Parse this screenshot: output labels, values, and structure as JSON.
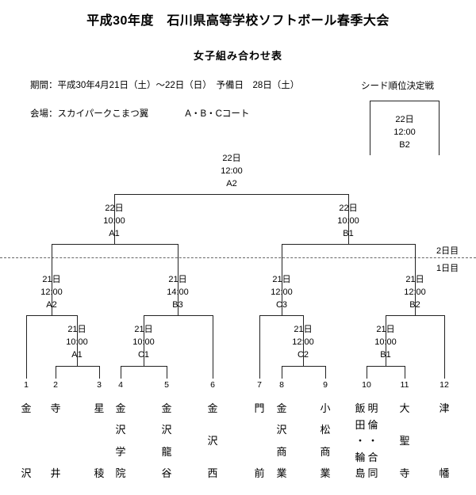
{
  "title": "平成30年度　石川県高等学校ソフトボール春季大会",
  "subtitle": "女子組み合わせ表",
  "info": {
    "period": "期間：平成30年4月21日（土）～22日（日）　予備日　28日（土）",
    "venue": "会場：スカイパークこまつ翼　　　　A・B・Cコート"
  },
  "seed_match": {
    "label": "シード順位決定戦",
    "date": "22日",
    "time": "12:00",
    "court": "B2"
  },
  "day_labels": {
    "day2": "2日目",
    "day1": "1日目"
  },
  "matches": {
    "final": {
      "date": "22日",
      "time": "12:00",
      "court": "A2"
    },
    "semi_left": {
      "date": "22日",
      "time": "10:00",
      "court": "A1"
    },
    "semi_right": {
      "date": "22日",
      "time": "10:00",
      "court": "B1"
    },
    "qf1": {
      "date": "21日",
      "time": "12:00",
      "court": "A2"
    },
    "qf2": {
      "date": "21日",
      "time": "14:00",
      "court": "B3"
    },
    "qf3": {
      "date": "21日",
      "time": "12:00",
      "court": "C3"
    },
    "qf4": {
      "date": "21日",
      "time": "12:00",
      "court": "B2"
    },
    "r1_a": {
      "date": "21日",
      "time": "10:00",
      "court": "A1"
    },
    "r1_b": {
      "date": "21日",
      "time": "10:00",
      "court": "C1"
    },
    "r1_c": {
      "date": "21日",
      "time": "12:00",
      "court": "C2"
    },
    "r1_d": {
      "date": "21日",
      "time": "10:00",
      "court": "B1"
    }
  },
  "teams": [
    {
      "no": "1",
      "name": "金沢"
    },
    {
      "no": "2",
      "name": "寺井"
    },
    {
      "no": "3",
      "name": "星稜"
    },
    {
      "no": "4",
      "name": "金沢学院"
    },
    {
      "no": "5",
      "name": "金沢龍谷"
    },
    {
      "no": "6",
      "name": "金沢西"
    },
    {
      "no": "7",
      "name": "門前"
    },
    {
      "no": "8",
      "name": "金沢商業"
    },
    {
      "no": "9",
      "name": "小松商業"
    },
    {
      "no": "10",
      "name": "飯田・輪島",
      "name2": "明倫・合同"
    },
    {
      "no": "11",
      "name": "大聖寺"
    },
    {
      "no": "12",
      "name": "津幡"
    }
  ]
}
